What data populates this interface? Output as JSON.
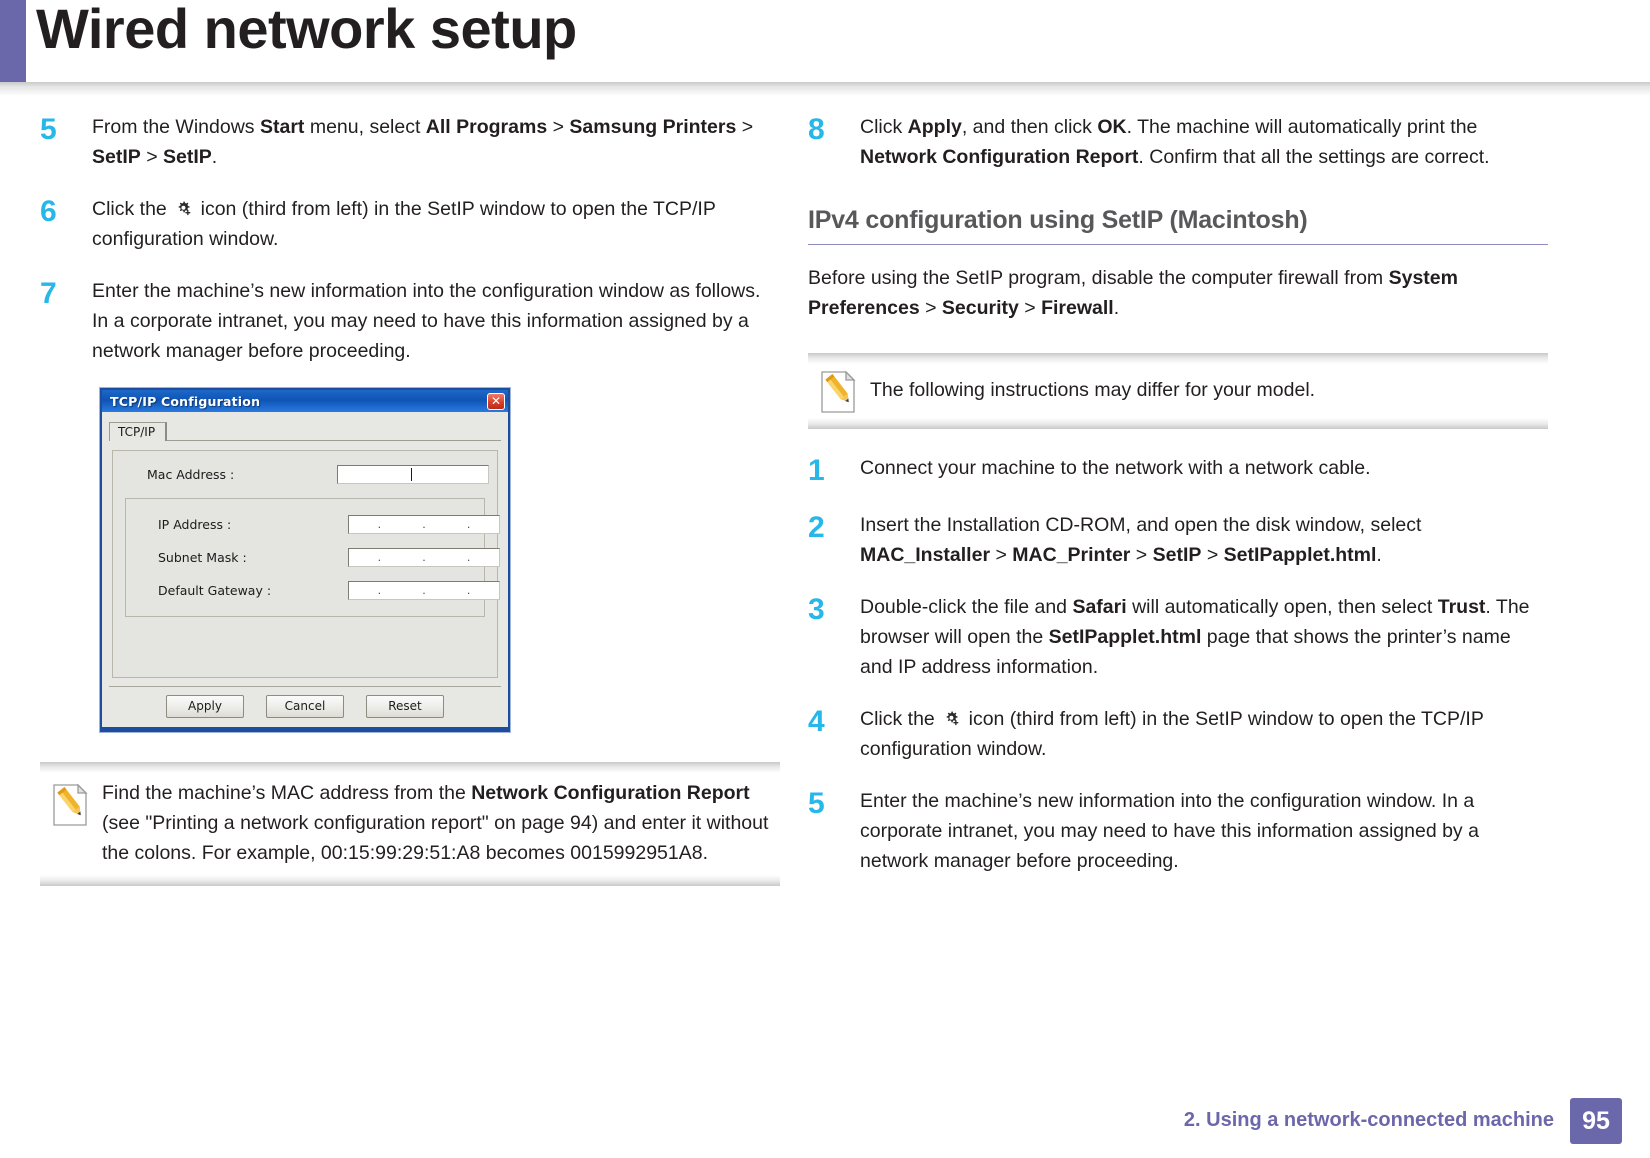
{
  "header": {
    "title": "Wired network setup",
    "accent_color": "#6b67ab"
  },
  "left_column": {
    "steps": [
      {
        "num": "5",
        "segments": [
          {
            "t": "From the Windows ",
            "b": false
          },
          {
            "t": "Start",
            "b": true
          },
          {
            "t": " menu, select ",
            "b": false
          },
          {
            "t": "All Programs",
            "b": true
          },
          {
            "t": " > ",
            "b": false
          },
          {
            "t": "Samsung Printers",
            "b": true
          },
          {
            "t": " > ",
            "b": false
          },
          {
            "t": "SetIP",
            "b": true
          },
          {
            "t": " > ",
            "b": false
          },
          {
            "t": "SetIP",
            "b": true
          },
          {
            "t": ".",
            "b": false
          }
        ]
      },
      {
        "num": "6",
        "pre_icon_text": "Click the ",
        "icon": "gear-icon",
        "post_icon_text": " icon (third from left) in the SetIP window to open the TCP/IP configuration window."
      },
      {
        "num": "7",
        "segments": [
          {
            "t": "Enter the machine’s new information into the configuration window as follows. In a corporate intranet, you may need to have this information assigned by a network manager before proceeding.",
            "b": false
          }
        ]
      }
    ],
    "dialog": {
      "title": "TCP/IP Configuration",
      "close_glyph": "✕",
      "tab_label": "TCP/IP",
      "fields": [
        {
          "label": "Mac Address :",
          "value": "",
          "octets": ""
        },
        {
          "label": "IP Address :",
          "value": "",
          "octets": ".  .  ."
        },
        {
          "label": "Subnet Mask :",
          "value": "",
          "octets": ".  .  ."
        },
        {
          "label": "Default Gateway :",
          "value": "",
          "octets": ".  .  ."
        }
      ],
      "buttons": [
        "Apply",
        "Cancel",
        "Reset"
      ]
    },
    "note": {
      "icon": "note-pencil-icon",
      "segments": [
        {
          "t": "Find the machine’s MAC address from the ",
          "b": false
        },
        {
          "t": "Network Configuration Report",
          "b": true
        },
        {
          "t": " (see \"Printing a network configuration report\" on page 94) and enter it without the colons. For example, 00:15:99:29:51:A8 becomes 0015992951A8.",
          "b": false
        }
      ]
    }
  },
  "right_column": {
    "step8": {
      "num": "8",
      "segments": [
        {
          "t": "Click ",
          "b": false
        },
        {
          "t": "Apply",
          "b": true
        },
        {
          "t": ", and then click ",
          "b": false
        },
        {
          "t": "OK",
          "b": true
        },
        {
          "t": ". The machine will automatically print the ",
          "b": false
        },
        {
          "t": "Network Configuration Report",
          "b": true
        },
        {
          "t": ". Confirm that all the settings are correct.",
          "b": false
        }
      ]
    },
    "section_heading": "IPv4 configuration using SetIP (Macintosh)",
    "section_intro": [
      {
        "t": "Before using the SetIP program, disable the computer firewall from ",
        "b": false
      },
      {
        "t": "System Preferences",
        "b": true
      },
      {
        "t": " > ",
        "b": false
      },
      {
        "t": "Security",
        "b": true
      },
      {
        "t": " > ",
        "b": false
      },
      {
        "t": "Firewall",
        "b": true
      },
      {
        "t": ".",
        "b": false
      }
    ],
    "note": {
      "icon": "note-pencil-icon",
      "text": "The following instructions may differ for your model."
    },
    "steps": [
      {
        "num": "1",
        "segments": [
          {
            "t": "Connect your machine to the network with a network cable.",
            "b": false
          }
        ]
      },
      {
        "num": "2",
        "segments": [
          {
            "t": "Insert the Installation CD-ROM, and open the disk window, select ",
            "b": false
          },
          {
            "t": "MAC_Installer",
            "b": true
          },
          {
            "t": " > ",
            "b": false
          },
          {
            "t": "MAC_Printer",
            "b": true
          },
          {
            "t": " > ",
            "b": false
          },
          {
            "t": "SetIP",
            "b": true
          },
          {
            "t": " > ",
            "b": false
          },
          {
            "t": "SetIPapplet.html",
            "b": true
          },
          {
            "t": ".",
            "b": false
          }
        ]
      },
      {
        "num": "3",
        "segments": [
          {
            "t": "Double-click the file and ",
            "b": false
          },
          {
            "t": "Safari",
            "b": true
          },
          {
            "t": " will automatically open, then select ",
            "b": false
          },
          {
            "t": "Trust",
            "b": true
          },
          {
            "t": ". The browser will open the ",
            "b": false
          },
          {
            "t": "SetIPapplet.html",
            "b": true
          },
          {
            "t": " page that shows the printer’s name and IP address information.",
            "b": false
          }
        ]
      },
      {
        "num": "4",
        "pre_icon_text": "Click the ",
        "icon": "gear-icon",
        "post_icon_text": " icon (third from left) in the SetIP window to open the TCP/IP configuration window."
      },
      {
        "num": "5",
        "segments": [
          {
            "t": "Enter the machine’s new information into the configuration window. In a corporate intranet, you may need to have this information assigned by a network manager before proceeding.",
            "b": false
          }
        ]
      }
    ]
  },
  "footer": {
    "chapter": "2.  Using a network-connected machine",
    "page_number": "95",
    "color": "#6b67ab"
  }
}
